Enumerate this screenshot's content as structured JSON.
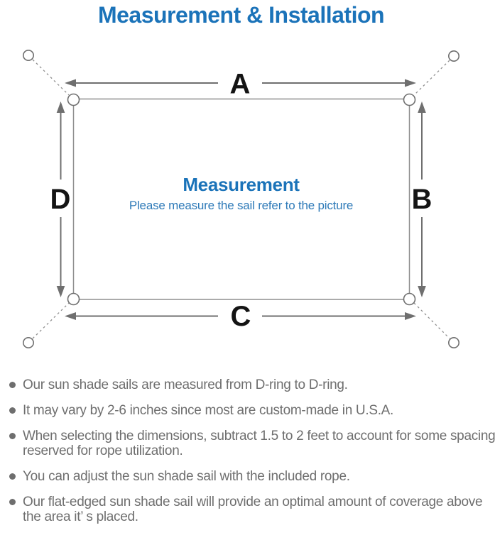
{
  "title": "Measurement & Installation",
  "diagram": {
    "labels": {
      "top": "A",
      "right": "B",
      "bottom": "C",
      "left": "D"
    },
    "center_title": "Measurement",
    "center_subtitle": "Please measure the sail refer to the picture"
  },
  "bullets": {
    "items": [
      {
        "lines": [
          "Our sun shade sails are measured from D-ring to D-ring."
        ]
      },
      {
        "lines": [
          "It may vary by 2-6 inches since most are custom-made in U.S.A."
        ]
      },
      {
        "lines": [
          "When selecting the dimensions, subtract 1.5 to 2 feet to account for some spacing",
          "reserved for rope utilization."
        ]
      },
      {
        "lines": [
          "You can adjust the sun shade sail with the included rope."
        ]
      },
      {
        "lines": [
          "Our flat-edged sun shade sail will provide an optimal amount of coverage above",
          "the area it’ s placed."
        ]
      }
    ]
  },
  "colors": {
    "accent_blue": "#1b73b9",
    "subtitle_blue": "#2e7ab8",
    "text_gray": "#6e6e6e",
    "line_gray": "#8f8f8f",
    "label_black": "#141414"
  }
}
